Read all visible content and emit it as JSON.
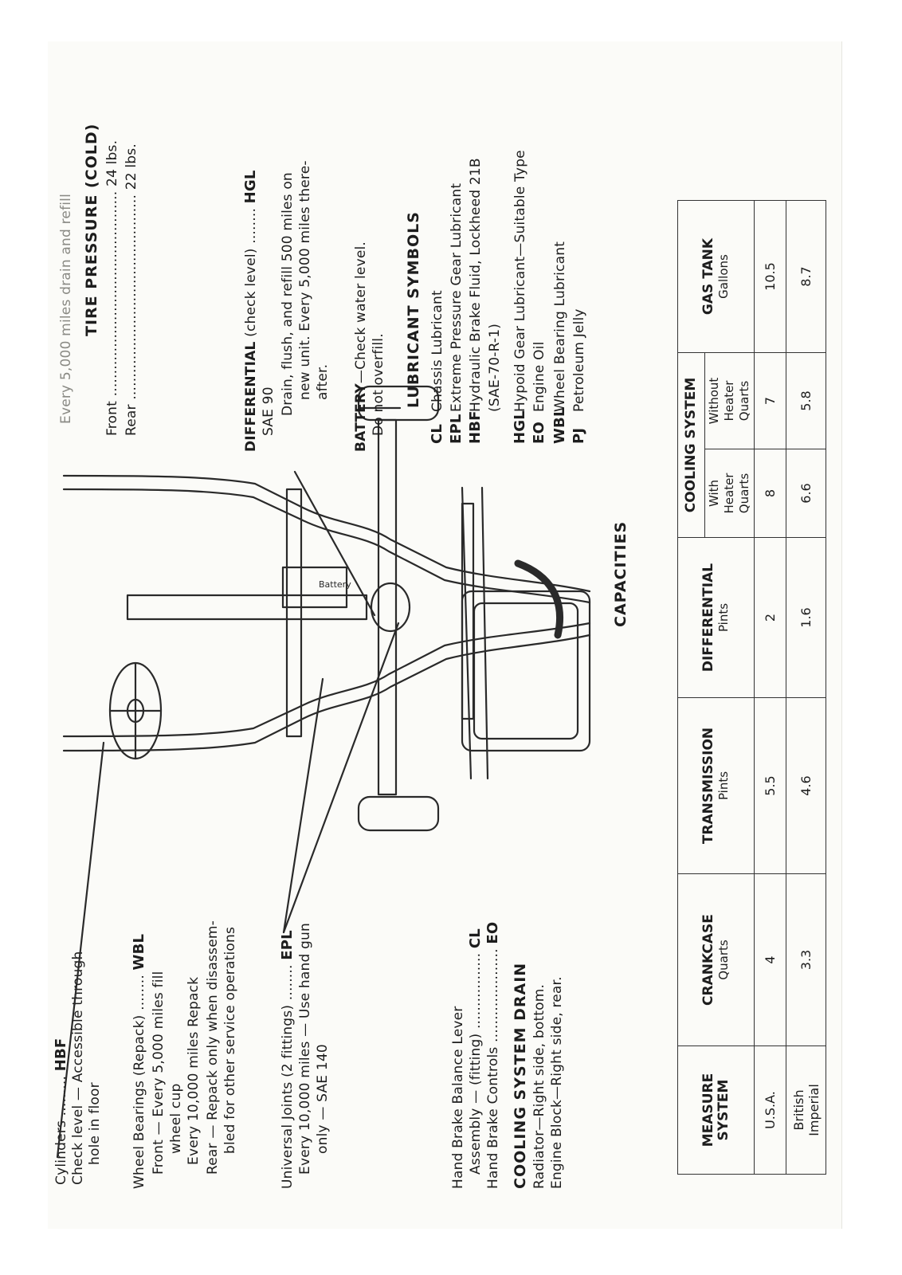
{
  "top_fragment": "Every 5,000 miles drain and refill",
  "cylinders": {
    "label": "Cylinders",
    "dots": ".........",
    "code": "HBF",
    "line2": "Check level — Accessible through",
    "line3": "hole in floor"
  },
  "wheel_bearings": {
    "label": "Wheel Bearings (Repack)",
    "dots": "........",
    "code": "WBL",
    "front1": "Front — Every 5,000 miles fill",
    "front2": "wheel cup",
    "front3": "Every 10,000 miles Repack",
    "rear1": "Rear — Repack only when disassem-",
    "rear2": "bled for other service operations"
  },
  "universal_joints": {
    "label": "Universal Joints (2 fittings)",
    "dots": "........",
    "code": "EPL",
    "line2": "Every 10,000 miles — Use hand gun",
    "line3": "only — SAE 140"
  },
  "hand_brake": {
    "line1": "Hand Brake Balance Lever",
    "line2": "Assembly — (fitting)",
    "dots1": ".................",
    "code1": "CL",
    "line3": "Hand Brake Controls",
    "dots2": ".....................",
    "code2": "EO"
  },
  "cooling_drain": {
    "title": "COOLING SYSTEM DRAIN",
    "line1": "Radiator—Right side, bottom.",
    "line2": "Engine Block—Right side, rear."
  },
  "diagram": {
    "labels": {
      "hbf": "HBF",
      "epl": "EPL",
      "cl": "CL",
      "eo": "EO",
      "battery": "Battery"
    }
  },
  "tire_pressure": {
    "title": "TIRE PRESSURE (COLD)",
    "front_label": "Front",
    "front_value": "24 lbs.",
    "rear_label": "Rear",
    "rear_value": "22 lbs.",
    "dots": ".............................................."
  },
  "differential": {
    "label": "DIFFERENTIAL",
    "check": "(check level)",
    "dots": "........",
    "code": "HGL",
    "line2": "SAE 90",
    "line3": "Drain, flush, and refill 500 miles on",
    "line4": "new unit. Every 5,000 miles there-",
    "line5": "after."
  },
  "battery": {
    "label": "BATTERY",
    "text": "—Check water level.",
    "line2": "Do not overfill."
  },
  "lubricant_symbols": {
    "title": "LUBRICANT SYMBOLS",
    "items": [
      {
        "code": "CL",
        "desc": "Chassis Lubricant"
      },
      {
        "code": "EPL",
        "desc": "Extreme Pressure Gear Lubricant"
      },
      {
        "code": "HBF",
        "desc": "Hydraulic Brake Fluid, Lockheed 21B"
      },
      {
        "code": "",
        "desc": "(SAE-70-R-1)"
      },
      {
        "code": "HGL",
        "desc": "Hypoid Gear Lubricant—Suitable Type"
      },
      {
        "code": "EO",
        "desc": "Engine Oil"
      },
      {
        "code": "WBL",
        "desc": "Wheel Bearing Lubricant"
      },
      {
        "code": "PJ",
        "desc": "Petroleum Jelly"
      }
    ]
  },
  "capacities": {
    "title": "CAPACITIES",
    "headers": {
      "measure1": "MEASURE",
      "measure2": "SYSTEM",
      "crankcase": "CRANKCASE",
      "crankcase_unit": "Quarts",
      "transmission": "TRANSMISSION",
      "transmission_unit": "Pints",
      "differential": "DIFFERENTIAL",
      "differential_unit": "Pints",
      "cooling": "COOLING SYSTEM",
      "with1": "With",
      "with2": "Heater",
      "with3": "Quarts",
      "without1": "Without",
      "without2": "Heater",
      "without3": "Quarts",
      "gas": "GAS TANK",
      "gas_unit": "Gallons"
    },
    "rows": [
      {
        "system": "U.S.A.",
        "system2": "",
        "crankcase": "4",
        "transmission": "5.5",
        "differential": "2",
        "with_heater": "8",
        "without_heater": "7",
        "gas": "10.5"
      },
      {
        "system": "British",
        "system2": "Imperial",
        "crankcase": "3.3",
        "transmission": "4.6",
        "differential": "1.6",
        "with_heater": "6.6",
        "without_heater": "5.8",
        "gas": "8.7"
      }
    ]
  }
}
